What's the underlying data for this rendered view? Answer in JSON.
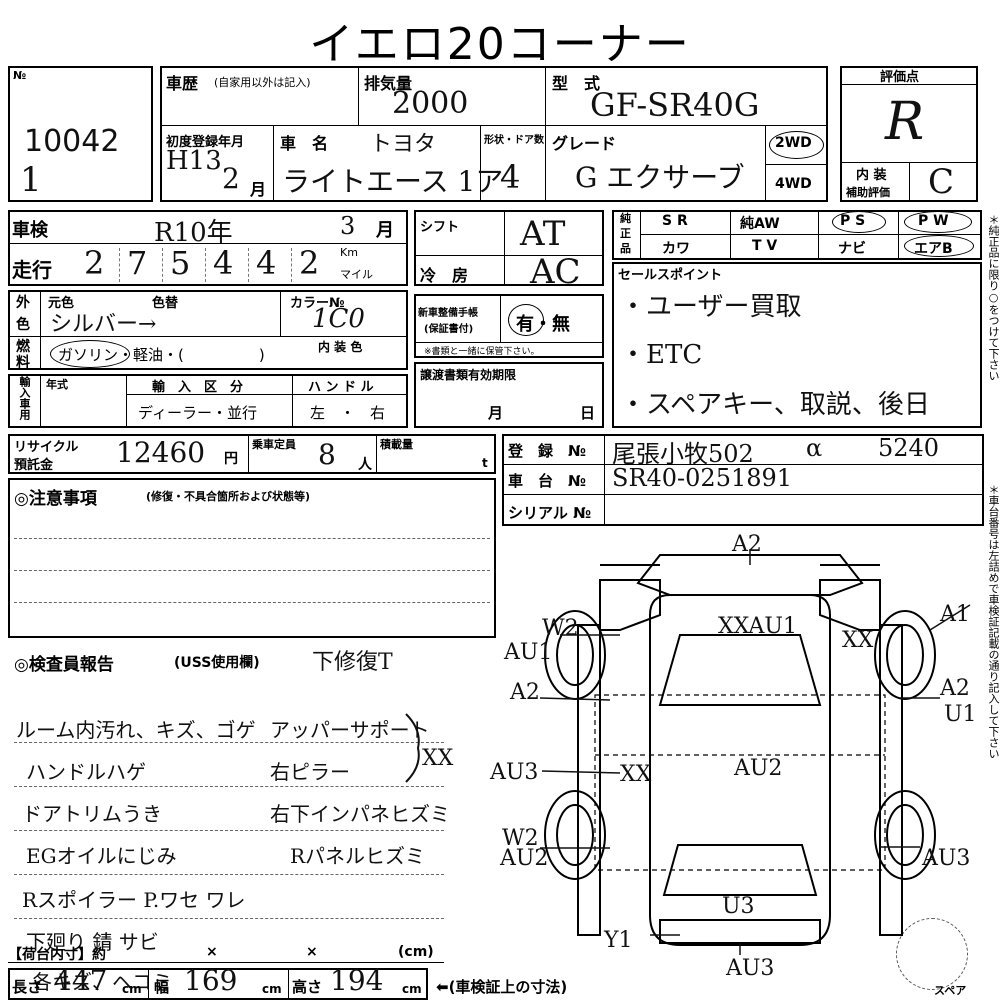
{
  "header": {
    "title": "イエロ20コーナー"
  },
  "left": {
    "no_label": "№",
    "no_value": "10042",
    "no_mark": "1"
  },
  "history": {
    "label": "車歴",
    "note": "(自家用以外は記入)"
  },
  "displacement": {
    "label": "排気量",
    "value": "2000"
  },
  "model": {
    "label": "型　式",
    "value": "GF-SR40G"
  },
  "rating": {
    "label": "評価点",
    "value": "R",
    "interior_label_1": "内 装",
    "interior_label_2": "補助評価",
    "interior_value": "C"
  },
  "first_reg": {
    "label": "初度登録年月",
    "value_year": "H13",
    "value_month": "2",
    "month_unit": "月"
  },
  "car_name": {
    "label": "車　名",
    "maker": "トヨタ",
    "value": "ライトエース 1ア"
  },
  "doors": {
    "label": "形状・ドア数",
    "value": "4"
  },
  "grade": {
    "label": "グレード",
    "value": "G エクサーブ"
  },
  "drive": {
    "opt1": "2WD",
    "opt2": "4WD"
  },
  "inspection": {
    "label": "車検",
    "value": "R10年",
    "month": "3",
    "month_unit": "月"
  },
  "mileage": {
    "label": "走行",
    "digits": [
      "2",
      "7",
      "5",
      "4",
      "4",
      "2"
    ],
    "unit1": "Km",
    "unit2": "マイル"
  },
  "shift": {
    "label": "シフト",
    "value": "AT"
  },
  "ac": {
    "label": "冷　房",
    "value": "AC"
  },
  "genuine": {
    "label_1": "純",
    "label_2": "正",
    "label_3": "品",
    "items_row1": [
      "S R",
      "純AW",
      "P S",
      "P W"
    ],
    "items_row2": [
      "カワ",
      "T V",
      "ナビ",
      "エアB"
    ]
  },
  "exterior": {
    "label_1": "外",
    "label_2": "色",
    "orig_label": "元色",
    "change_label": "色替",
    "value": "シルバー→"
  },
  "color_no": {
    "label": "カラー№",
    "value": "1C0"
  },
  "interior_color": {
    "label": "内 装 色"
  },
  "fuel": {
    "label_1": "燃",
    "label_2": "料",
    "options": "ガソリン・軽油・(　　　　　)"
  },
  "manual": {
    "label_1": "新車整備手帳",
    "label_2": "(保証書付)",
    "options": "有・無",
    "note": "※書類と一緒に保管下さい。"
  },
  "import": {
    "label": "輸入車用",
    "year_label": "年式",
    "class_label": "輸　入　区　分",
    "class_value": "ディーラー・並行",
    "handle_label": "ハ ン ド ル",
    "handle_value": "左　・　右"
  },
  "transfer": {
    "label": "譲渡書類有効期限",
    "month_unit": "月",
    "day_unit": "日"
  },
  "sales_points": {
    "label": "セールスポイント",
    "lines": [
      "・ユーザー買取",
      "・ETC",
      "・スペアキー、取説、後日"
    ]
  },
  "recycle": {
    "label_1": "リサイクル",
    "label_2": "預託金",
    "value": "12460",
    "unit": "円"
  },
  "capacity": {
    "label": "乗車定員",
    "value": "8",
    "unit": "人"
  },
  "load": {
    "label": "積載量",
    "unit": "t"
  },
  "registration": {
    "label": "登　録　№",
    "value": "尾張小牧502",
    "kana": "α",
    "number": "5240"
  },
  "chassis": {
    "label": "車　台　№",
    "value": "SR40-0251891"
  },
  "serial": {
    "label": "シリアル №"
  },
  "notes": {
    "label": "◎注意事項",
    "sub": "(修復・不具合箇所および状態等)"
  },
  "inspector": {
    "label": "◎検査員報告",
    "sub": "(USS使用欄)",
    "head": "下修復T",
    "left_lines": [
      "ルーム内汚れ、キズ、ゴゲ",
      "ハンドルハゲ",
      "ドアトリムうき",
      "EGオイルにじみ",
      "Rスポイラー P.ワセ ワレ",
      "下廻り 錆 サビ",
      "各キズ、ヘコミ"
    ],
    "right_lines": [
      "アッパーサポート",
      "右ピラー",
      "右下インパネヒズミ",
      "Rパネルヒズミ"
    ],
    "right_mark": "XX"
  },
  "cargo": {
    "label": "【荷台内寸】約",
    "x1": "×",
    "x2": "×",
    "unit": "(cm)"
  },
  "dims": {
    "length_label": "長さ",
    "length": "447",
    "width_label": "幅",
    "width": "169",
    "height_label": "高さ",
    "height": "194",
    "unit": "cm",
    "note": "⬅(車検証上の寸法)"
  },
  "spare": {
    "label": "スペア"
  },
  "diagram_marks": {
    "a2_top": "A2",
    "w2_top": "W2",
    "au1_left": "AU1",
    "xxau1": "XXAU1",
    "xx_right": "XX",
    "a1": "A1",
    "a2_left": "A2",
    "a2_right": "A2",
    "u1_right": "U1",
    "au3_left": "AU3",
    "xx_mid": "XX",
    "au2": "AU2",
    "w2_bottom": "W2",
    "au2_left": "AU2",
    "au3_right": "AU3",
    "u3": "U3",
    "y1": "Y1",
    "au3_bottom": "AU3"
  },
  "side_notes": {
    "right_top": "＊純正品に限り○をつけて下さい",
    "right_bottom": "＊車台番号は左詰めで車検証記載の通り記入して下さい"
  }
}
